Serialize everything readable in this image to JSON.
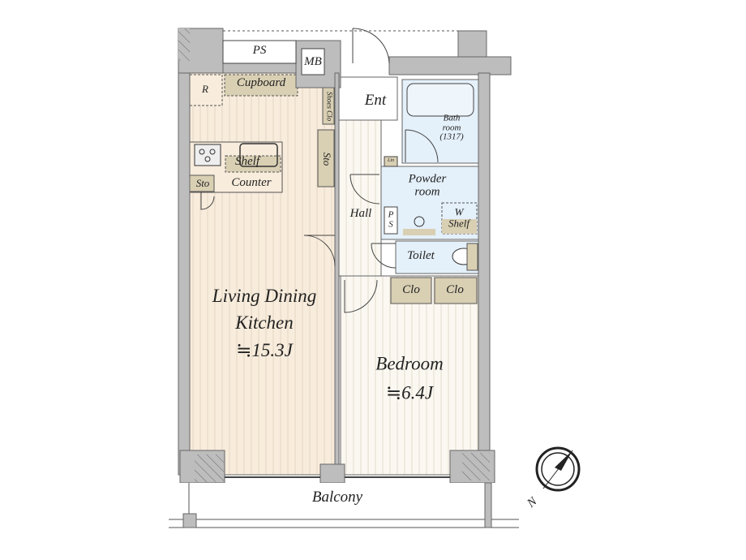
{
  "rooms": {
    "ldk": {
      "name_line1": "Living Dining",
      "name_line2": "Kitchen",
      "area": "≒15.3J"
    },
    "bedroom": {
      "name": "Bedroom",
      "area": "≒6.4J"
    },
    "entrance": "Ent",
    "hall": "Hall",
    "bathroom": {
      "line1": "Bath",
      "line2": "room",
      "line3": "(1317)"
    },
    "powder_room": {
      "line1": "Powder",
      "line2": "room"
    },
    "toilet": "Toilet",
    "balcony": "Balcony"
  },
  "fixtures": {
    "ps_top": "PS",
    "mb": "MB",
    "refrigerator": "R",
    "cupboard": "Cupboard",
    "shoes_closet": "Shoes Clo",
    "hall_storage": "Sto",
    "kitchen_shelf": "Shelf",
    "kitchen_storage": "Sto",
    "counter": "Counter",
    "linen": "Lin",
    "ps_hall_1": "P",
    "ps_hall_2": "S",
    "w_shelf_1": "W",
    "w_shelf_2": "Shelf",
    "closet_1": "Clo",
    "closet_2": "Clo"
  },
  "compass": {
    "north_label": "N"
  },
  "colors": {
    "wall": "#bdbdbd",
    "ldk_floor": "#f8ecdc",
    "wet_area": "#e4f0fa",
    "storage": "#d9cfb3",
    "line": "#555555"
  }
}
